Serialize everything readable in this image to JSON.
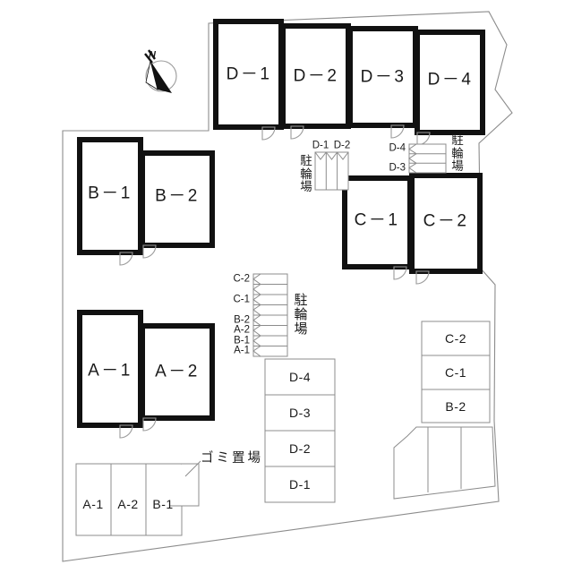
{
  "document": {
    "kind": "site-plan",
    "language": "ja",
    "background_color": "#ffffff",
    "line_color": "#1a1a1a",
    "thin_line_color": "#8c8c8c"
  },
  "compass": {
    "label": "N"
  },
  "buildings": [
    {
      "id": "D-1",
      "label": "D－1"
    },
    {
      "id": "D-2",
      "label": "D－2"
    },
    {
      "id": "D-3",
      "label": "D－3"
    },
    {
      "id": "D-4",
      "label": "D－4"
    },
    {
      "id": "B-1",
      "label": "B－1"
    },
    {
      "id": "B-2",
      "label": "B－2"
    },
    {
      "id": "C-1",
      "label": "C－1"
    },
    {
      "id": "C-2",
      "label": "C－2"
    },
    {
      "id": "A-1",
      "label": "A－1"
    },
    {
      "id": "A-2",
      "label": "A－2"
    }
  ],
  "bicycle_parking": {
    "title": "駐輪場",
    "title_chars": [
      "駐",
      "輪",
      "場"
    ],
    "areas": [
      {
        "name": "bicycle-parking-d12",
        "orientation": "vertical-rack",
        "title": "駐輪場",
        "stalls": [
          "D-1",
          "D-2"
        ]
      },
      {
        "name": "bicycle-parking-d34",
        "orientation": "horizontal-rack",
        "title": "駐輪場",
        "stalls": [
          "D-4",
          "D-3"
        ]
      },
      {
        "name": "bicycle-parking-main",
        "orientation": "horizontal-rack",
        "title": "駐輪場",
        "stalls": [
          "C-2",
          "C-1",
          "B-2",
          "B-1",
          "A-2",
          "A-1"
        ]
      }
    ]
  },
  "car_parking": {
    "lots": [
      {
        "name": "parking-lot-d",
        "stalls": [
          "D-4",
          "D-3",
          "D-2",
          "D-1"
        ]
      },
      {
        "name": "parking-lot-right",
        "stalls": [
          "C-2",
          "C-1",
          "B-2"
        ]
      },
      {
        "name": "parking-lot-bottom",
        "stalls": [
          "A-1",
          "A-2",
          "B-1"
        ]
      },
      {
        "name": "parking-lot-unlabeled",
        "stalls": [
          "",
          "",
          ""
        ]
      }
    ]
  },
  "annotations": [
    {
      "name": "garbage-area",
      "label": "ゴミ置場"
    }
  ]
}
